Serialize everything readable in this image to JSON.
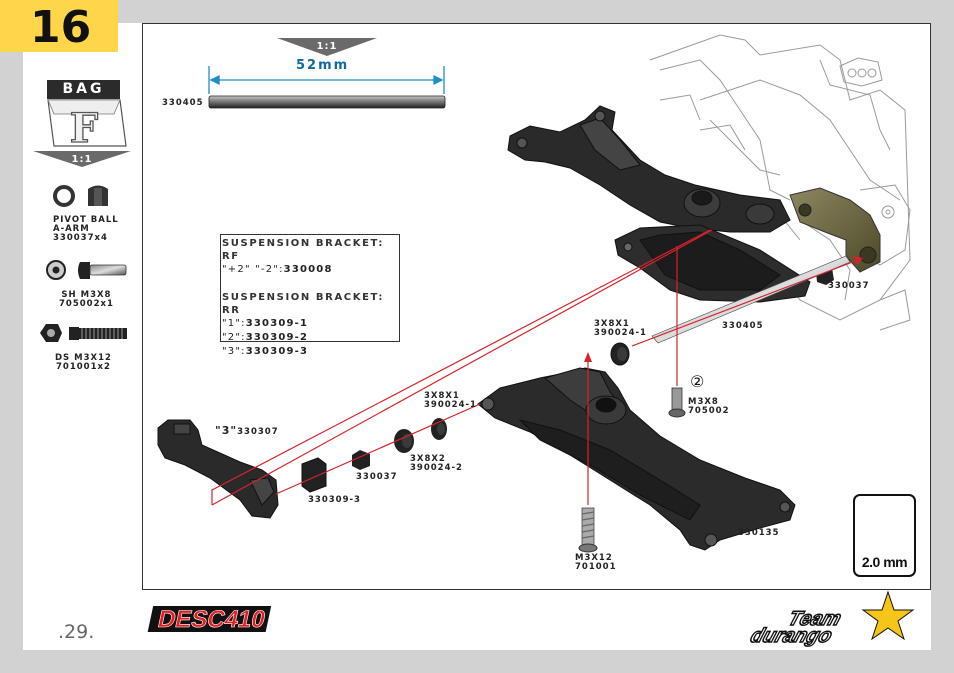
{
  "step": "16",
  "bag": {
    "label": "BAG",
    "letter": "F",
    "scale": "1:1"
  },
  "sidebar_parts": [
    {
      "name": "PIVOT BALL",
      "sub": "A-ARM",
      "code": "330037x4"
    },
    {
      "name": "SH M3X8",
      "code": "705002x1"
    },
    {
      "name": "DS M3X12",
      "code": "701001x2"
    }
  ],
  "top_rod": {
    "scale": "1:1",
    "length": "52mm",
    "code": "330405"
  },
  "spec": {
    "rf_heading": "SUSPENSION BRACKET: RF",
    "rf_prefix": "\"+2\" \"-2\":",
    "rf_value": "330008",
    "rr_heading": "SUSPENSION BRACKET: RR",
    "rr_rows": [
      {
        "prefix": "\"1\":",
        "value": "330309-1"
      },
      {
        "prefix": "\"2\":",
        "value": "330309-2"
      },
      {
        "prefix": "\"3\":",
        "value": "330309-3"
      }
    ]
  },
  "labels": {
    "pivot_ball_upper": "330037",
    "shaft": "330405",
    "washer_upper_size": "3X8X1",
    "washer_upper_code": "390024-1",
    "screw_m3x8_num": "②",
    "screw_m3x8_size": "M3X8",
    "screw_m3x8_code": "705002",
    "washer_left_size": "3X8X1",
    "washer_left_code": "390024-1",
    "washer_mid_size": "3X8X2",
    "washer_mid_code": "390024-2",
    "bracket_tag": "\"3\"",
    "bracket_code": "330307",
    "pivot_ball_lower": "330037",
    "bracket_rr_code": "330309-3",
    "arm_code": "330135",
    "screw_m3x12_size": "M3X12",
    "screw_m3x12_code": "701001"
  },
  "tool": {
    "size": "2.0 mm"
  },
  "page_number": ".29.",
  "brands": {
    "product": "DESC410",
    "team_line1": "Team",
    "team_line2": "durango"
  },
  "colors": {
    "step_yellow": "#ffd64a",
    "guide_red": "#d4242a",
    "dim_blue": "#1b8fc9"
  }
}
